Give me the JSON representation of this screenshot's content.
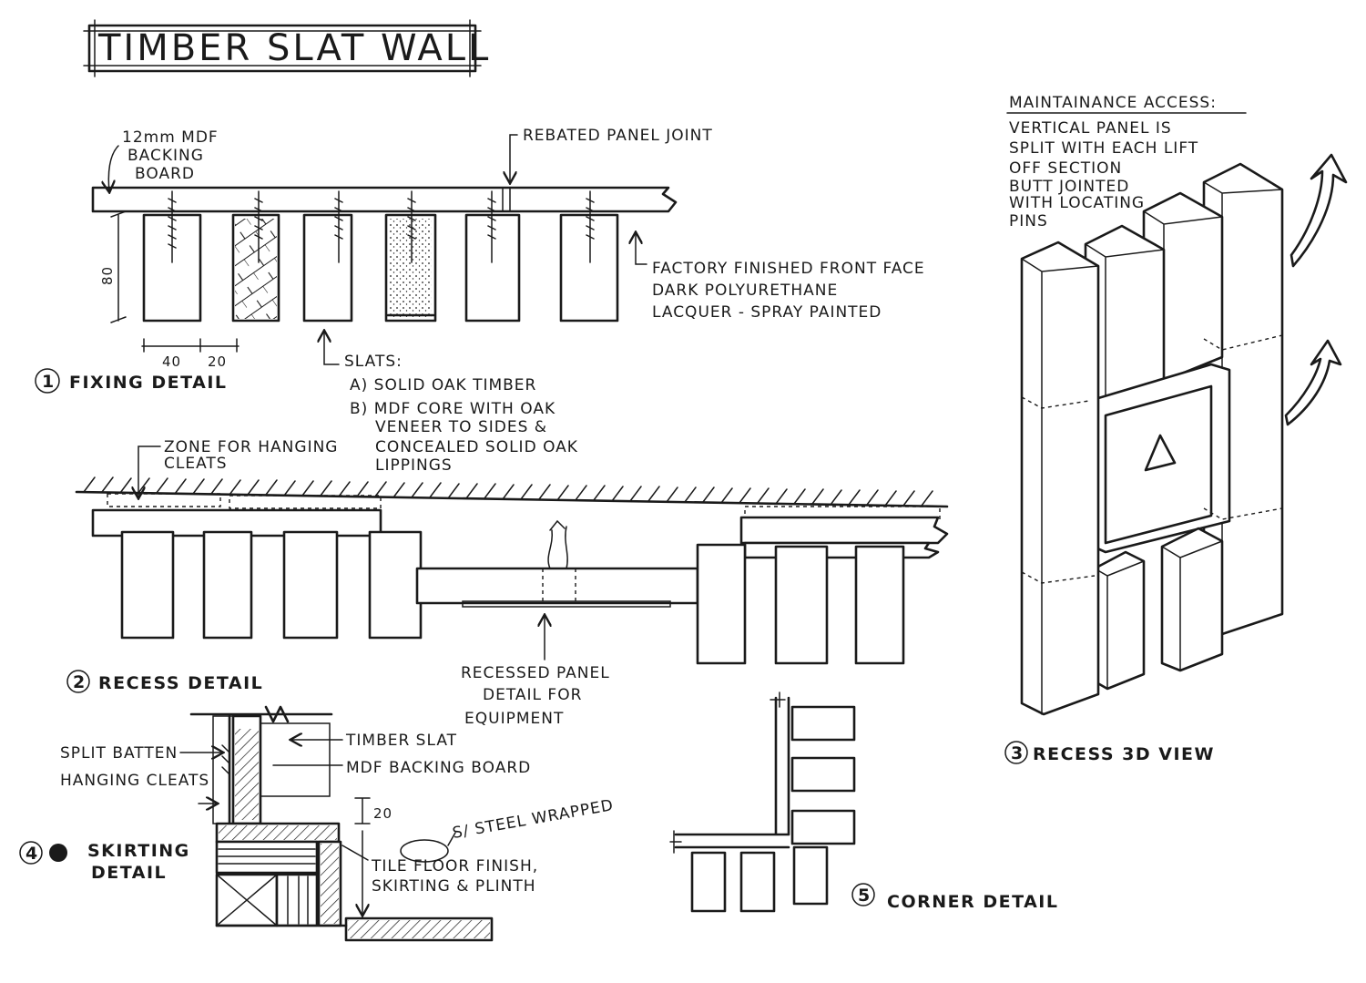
{
  "title": "TIMBER SLAT WALL",
  "fixing": {
    "mdf_lines": [
      "12mm MDF",
      "BACKING",
      "BOARD"
    ],
    "rebated": "REBATED PANEL JOINT",
    "finish_lines": [
      "FACTORY FINISHED FRONT FACE",
      "DARK POLYURETHANE",
      "LACQUER - SPRAY PAINTED"
    ],
    "dim_depth": "80",
    "dim_width": "40",
    "dim_gap": "20",
    "slats_lines": [
      "SLATS:",
      "A) SOLID OAK TIMBER",
      "B) MDF CORE WITH OAK",
      "VENEER TO SIDES &",
      "CONCEALED SOLID OAK",
      "LIPPINGS"
    ],
    "heading_num": "1",
    "heading": "FIXING DETAIL"
  },
  "recess": {
    "zone_lines": [
      "ZONE FOR HANGING",
      "CLEATS"
    ],
    "panel_lines": [
      "RECESSED PANEL",
      "DETAIL FOR",
      "EQUIPMENT"
    ],
    "heading_num": "2",
    "heading": "RECESS DETAIL"
  },
  "recess3d": {
    "access_title": "MAINTAINANCE ACCESS:",
    "access_lines": [
      "VERTICAL PANEL IS",
      "SPLIT WITH EACH LIFT",
      "OFF SECTION",
      "BUTT JOINTED",
      "WITH LOCATING",
      "PINS"
    ],
    "heading_num": "3",
    "heading": "RECESS 3D VIEW"
  },
  "skirting": {
    "timber_slat": "TIMBER SLAT",
    "mdf_backing": "MDF BACKING BOARD",
    "cleat_lines": [
      "SPLIT BATTEN",
      "HANGING CLEATS"
    ],
    "dim": "20",
    "steel_note": "S/ STEEL WRAPPED",
    "tile_lines": [
      "TILE FLOOR FINISH,",
      "SKIRTING & PLINTH"
    ],
    "heading_num": "4",
    "heading_lines": [
      "SKIRTING",
      "DETAIL"
    ]
  },
  "corner": {
    "heading_num": "5",
    "heading": "CORNER DETAIL"
  }
}
